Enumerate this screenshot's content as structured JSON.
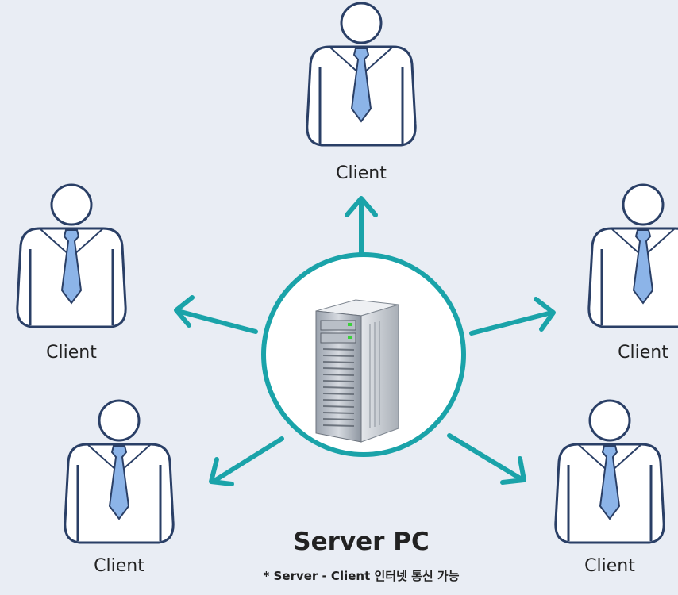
{
  "diagram": {
    "server_label": "Server PC",
    "caption": "* Server - Client 인터넷 통신 가능",
    "clients": [
      {
        "label": "Client"
      },
      {
        "label": "Client"
      },
      {
        "label": "Client"
      },
      {
        "label": "Client"
      },
      {
        "label": "Client"
      }
    ]
  },
  "colors": {
    "background": "#e9edf4",
    "arrow": "#1aa3a9",
    "person_outline": "#2a3f66",
    "tie": "#8cb4e8",
    "server_body": "#c8ccd3",
    "server_leds": "#3ad13a"
  },
  "icons": [
    "client-person-icon",
    "server-tower-icon"
  ]
}
